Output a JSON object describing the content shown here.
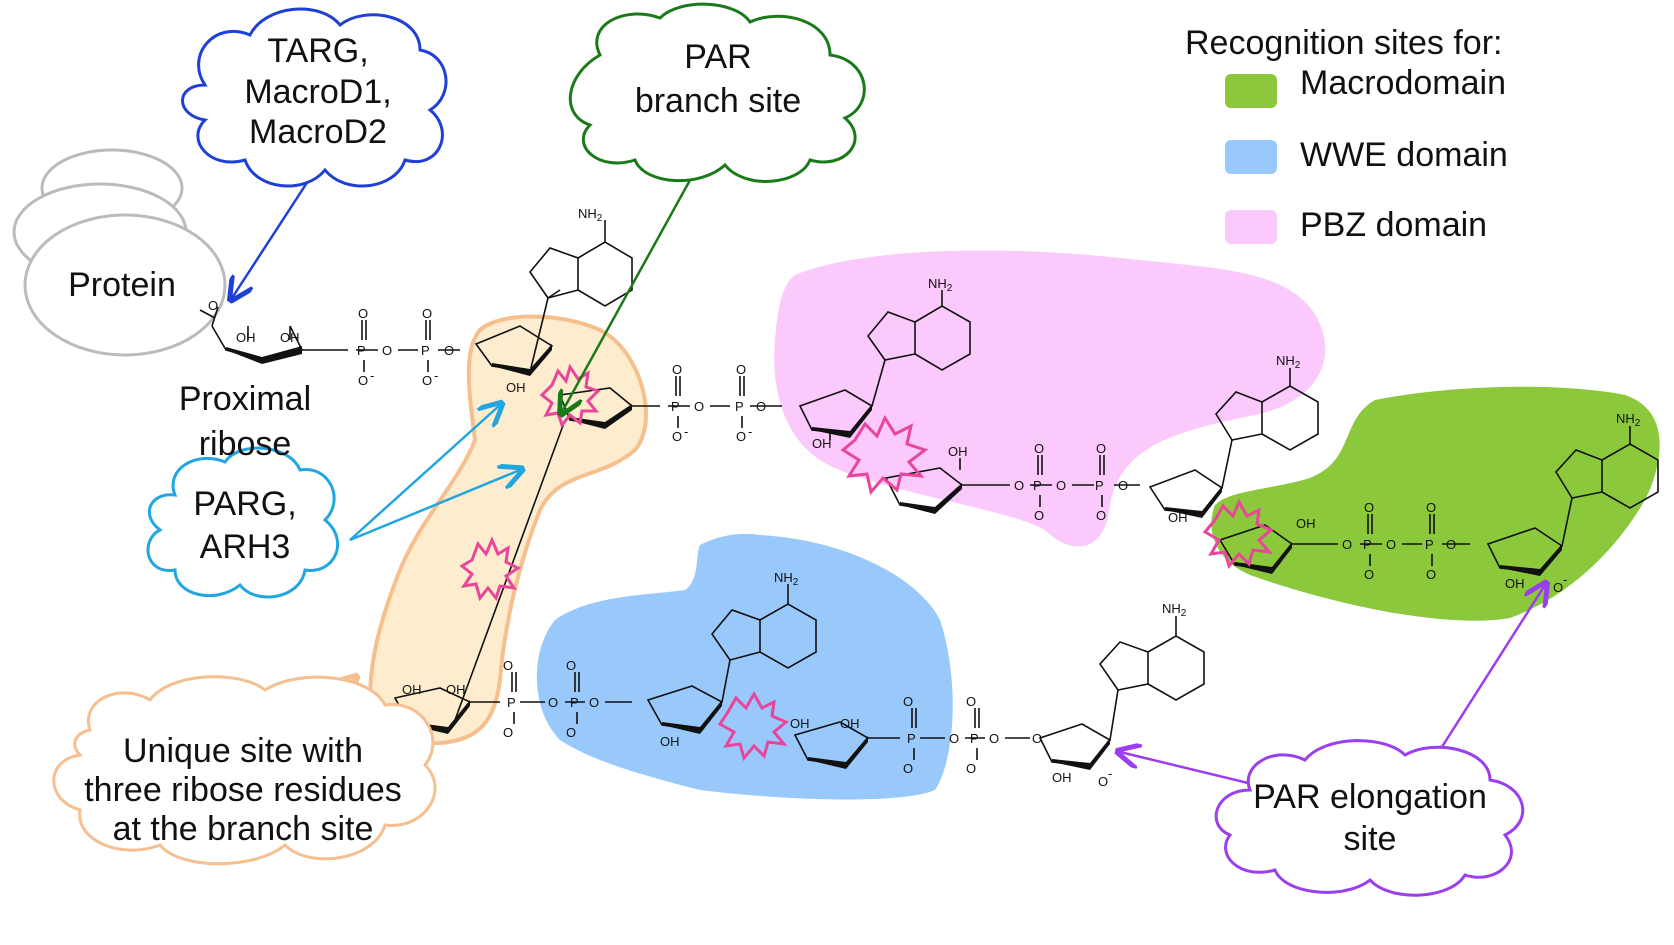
{
  "legend": {
    "title": "Recognition sites for:",
    "items": [
      {
        "label": "Macrodomain",
        "color": "#8cc83c"
      },
      {
        "label": "WWE domain",
        "color": "#99c9fb"
      },
      {
        "label": "PBZ domain",
        "color": "#fbc9fb"
      }
    ]
  },
  "callouts": {
    "targ": {
      "lines": [
        "TARG,",
        "MacroD1,",
        "MacroD2"
      ],
      "color": "#1f3fd6"
    },
    "par_branch": {
      "lines": [
        "PAR",
        "branch site"
      ],
      "color": "#1a7a1a"
    },
    "parg": {
      "lines": [
        "PARG,",
        "ARH3"
      ],
      "color": "#22a6e0"
    },
    "unique": {
      "lines": [
        "Unique site with",
        "three ribose residues",
        "at the branch site"
      ],
      "color": "#f6bf90"
    },
    "elongation": {
      "lines": [
        "PAR elongation",
        "site"
      ],
      "color": "#9a3ef0"
    }
  },
  "protein": {
    "label": "Protein",
    "color": "#bbbbbb"
  },
  "proximal": {
    "lines": [
      "Proximal",
      "ribose"
    ]
  },
  "chem": {
    "nh2": "NH",
    "sub2": "2",
    "oh": "OH",
    "p": "P",
    "o": "O",
    "minus": "-"
  },
  "colors": {
    "branch_zone": "#fdeccd",
    "branch_zone_edge": "#f5c08e",
    "star": "#e8459b"
  }
}
